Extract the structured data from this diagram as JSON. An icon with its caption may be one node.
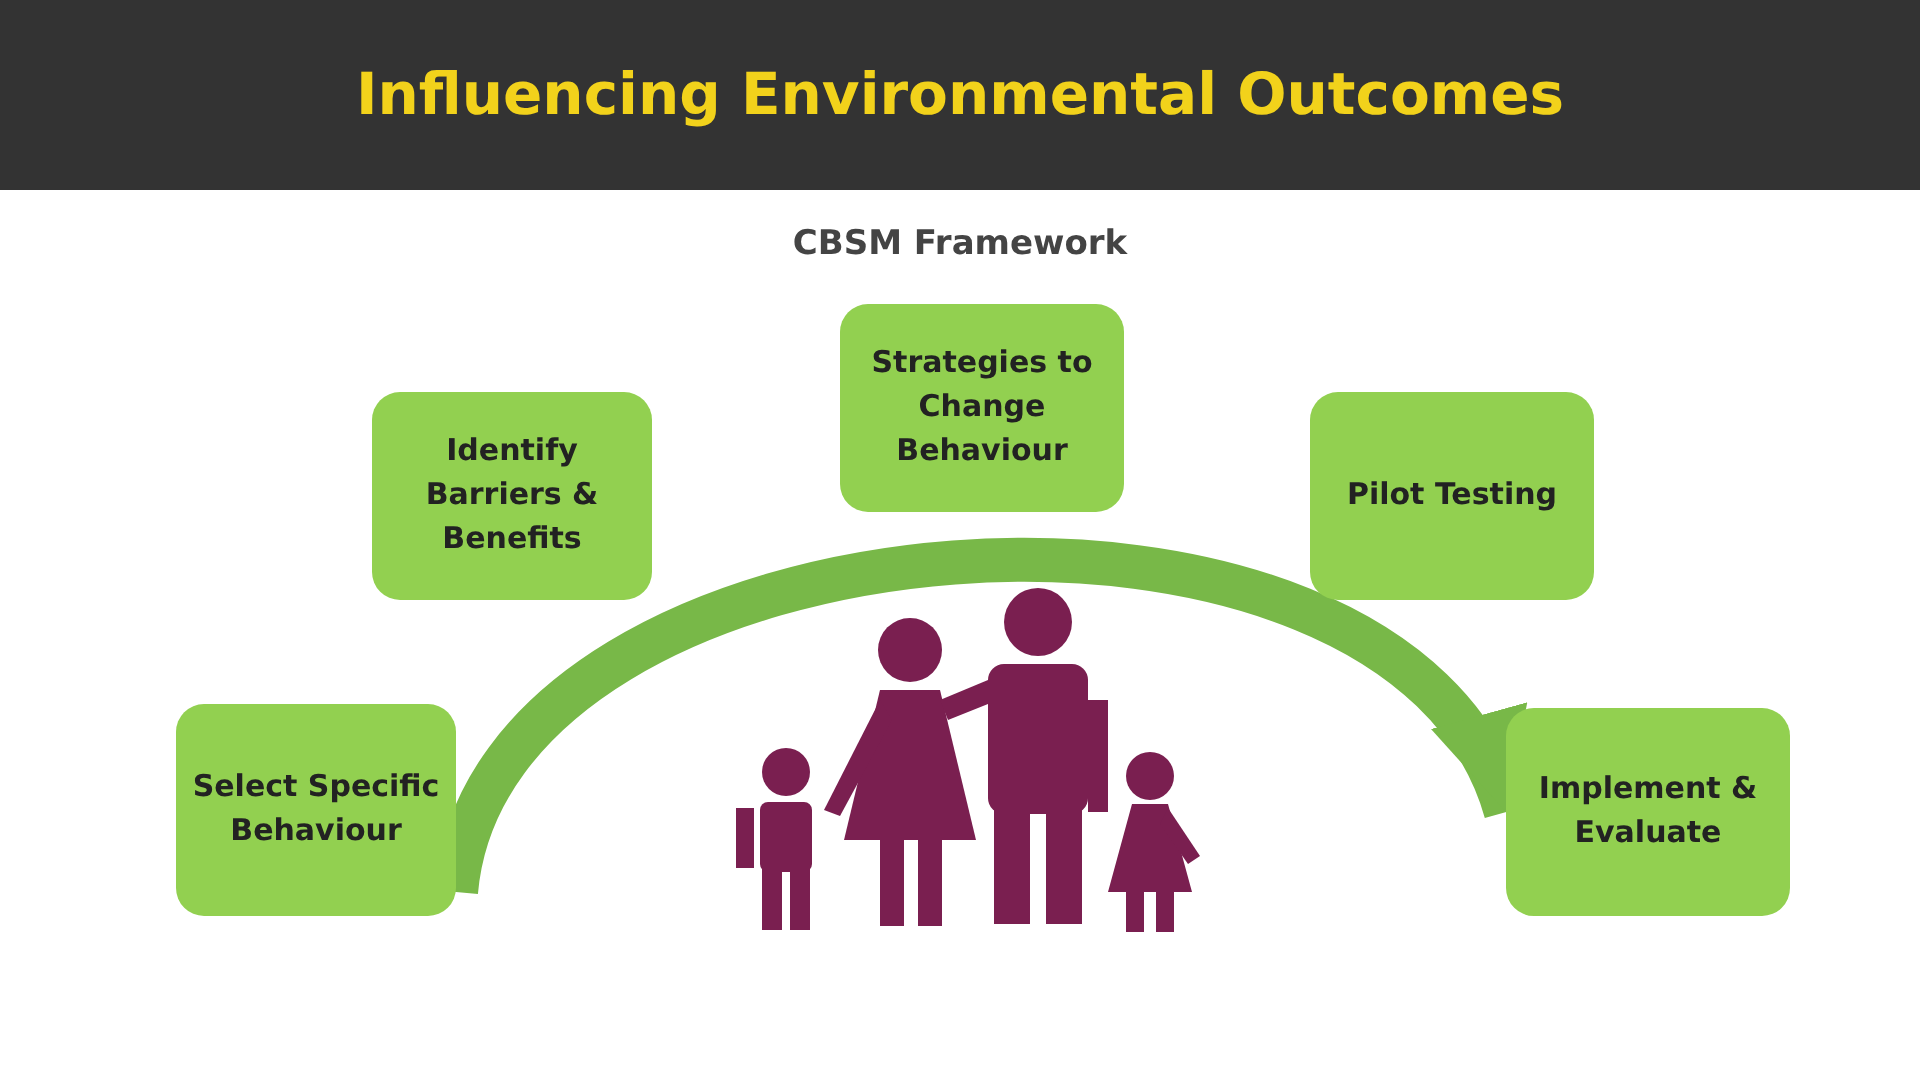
{
  "diagram": {
    "title": "Influencing Environmental Outcomes",
    "nodes": [
      {
        "text": [
          "Select Specific Behaviour"
        ]
      },
      {
        "text": [
          "Identify Barriers & Benefits"
        ]
      },
      {
        "text": [
          "Strategies to Change Behaviour"
        ]
      },
      {
        "text": [
          "Pilot Testing"
        ]
      },
      {
        "text": [
          "Implement & Evaluate"
        ]
      }
    ],
    "edges": [
      {
        "from": 0,
        "to": 4,
        "arrow": "to"
      }
    ],
    "labels": [
      "CBSM Framework"
    ]
  }
}
